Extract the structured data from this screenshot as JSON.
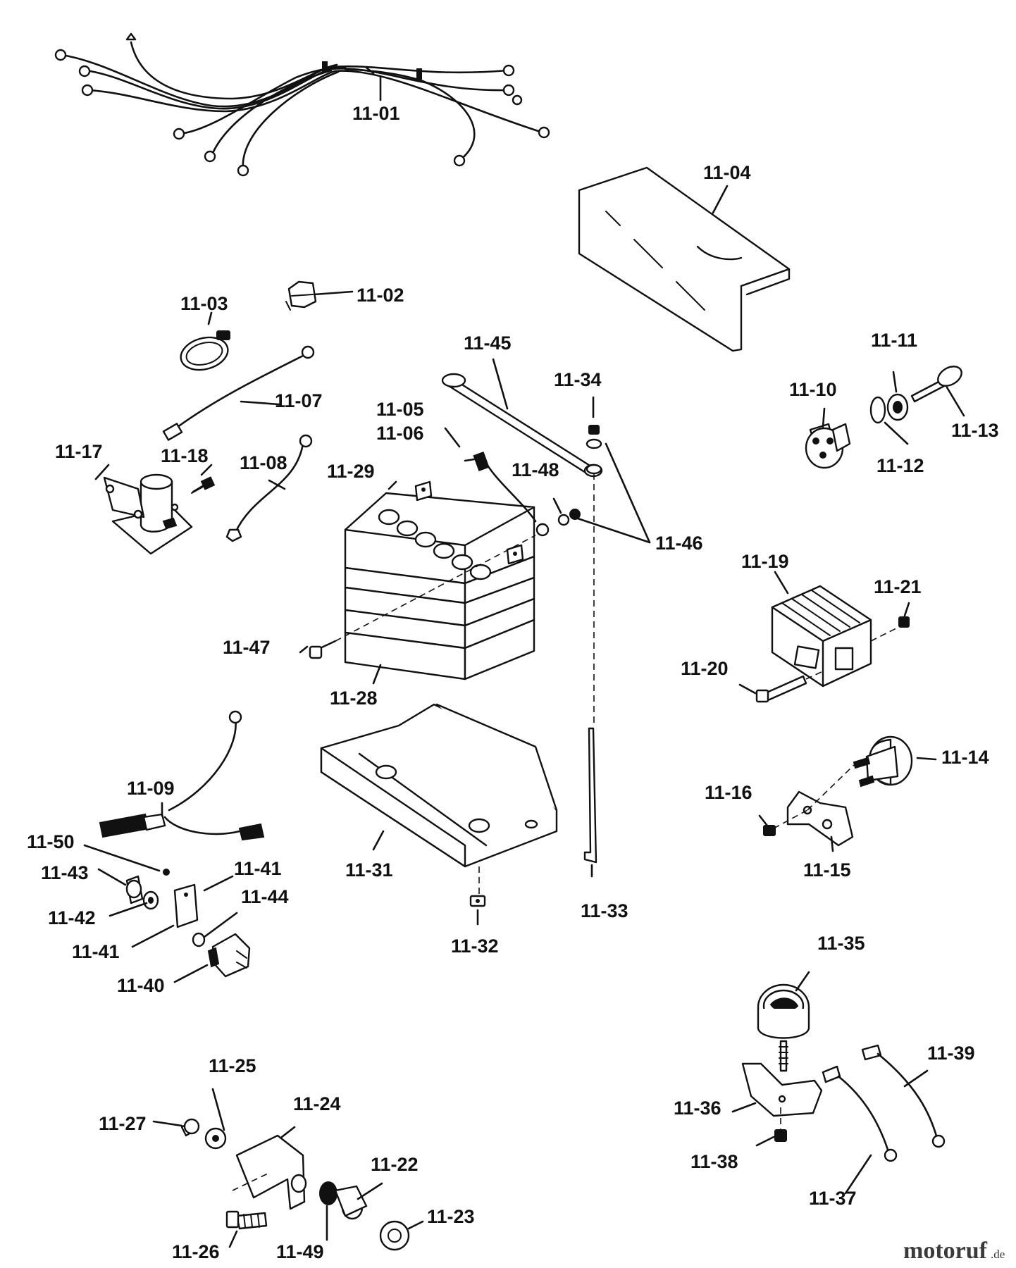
{
  "labels": {
    "p1101": "11-01",
    "p1102": "11-02",
    "p1103": "11-03",
    "p1104": "11-04",
    "p1105": "11-05",
    "p1106": "11-06",
    "p1107": "11-07",
    "p1108": "11-08",
    "p1109": "11-09",
    "p1110": "11-10",
    "p1111": "11-11",
    "p1112": "11-12",
    "p1113": "11-13",
    "p1114": "11-14",
    "p1115": "11-15",
    "p1116": "11-16",
    "p1117": "11-17",
    "p1118": "11-18",
    "p1119": "11-19",
    "p1120": "11-20",
    "p1121": "11-21",
    "p1122": "11-22",
    "p1123": "11-23",
    "p1124": "11-24",
    "p1125": "11-25",
    "p1126": "11-26",
    "p1127": "11-27",
    "p1128": "11-28",
    "p1129": "11-29",
    "p1131": "11-31",
    "p1132": "11-32",
    "p1133": "11-33",
    "p1134": "11-34",
    "p1135": "11-35",
    "p1136": "11-36",
    "p1137": "11-37",
    "p1138": "11-38",
    "p1139": "11-39",
    "p1140": "11-40",
    "p1141a": "11-41",
    "p1141b": "11-41",
    "p1142": "11-42",
    "p1143": "11-43",
    "p1144": "11-44",
    "p1145": "11-45",
    "p1146": "11-46",
    "p1147": "11-47",
    "p1148": "11-48",
    "p1149": "11-49",
    "p1150": "11-50"
  },
  "watermark": {
    "brand": "motoruf",
    "suffix": ".de"
  }
}
